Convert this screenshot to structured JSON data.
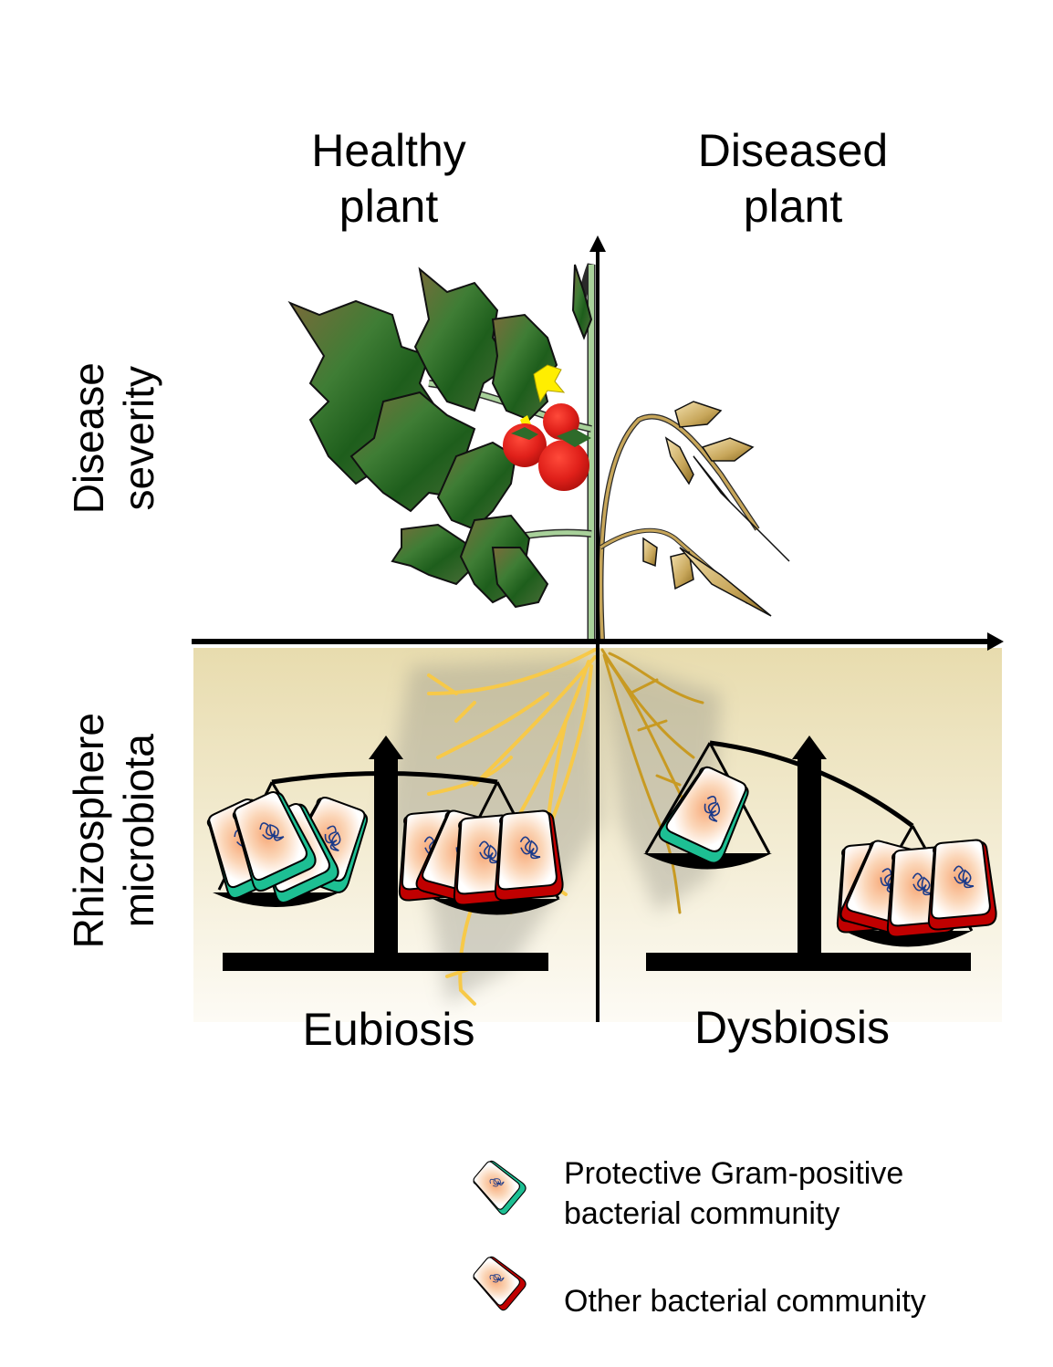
{
  "columns": {
    "left_title": "Healthy\nplant",
    "right_title": "Diseased\nplant"
  },
  "axes": {
    "top_label": "Disease\nseverity",
    "bottom_label": "Rhizosphere\nmicrobiota"
  },
  "states": {
    "left": "Eubiosis",
    "right": "Dysbiosis"
  },
  "legend": {
    "items": [
      {
        "label": "Protective Gram-positive\nbacterial community",
        "color": "#1dbf93",
        "icon": "gram-positive-bacterium-icon"
      },
      {
        "label": "Other bacterial community",
        "color": "#c00000",
        "icon": "other-bacterium-icon"
      }
    ]
  },
  "colors": {
    "protective": "#1dbf93",
    "other": "#c00000",
    "soil_top": "#e8dcae",
    "soil_bottom": "#fdfbf5",
    "healthy_root": "#f7c948",
    "diseased_root": "#c89a22",
    "leaf": "#2e6b2a",
    "tomato": "#e0201a",
    "dry_leaf": "#c7a65a"
  },
  "scales": {
    "eubiosis": {
      "protective_count": 4,
      "other_count": 4,
      "balance": "level"
    },
    "dysbiosis": {
      "protective_count": 1,
      "other_count": 4,
      "balance": "tilted-right"
    }
  }
}
